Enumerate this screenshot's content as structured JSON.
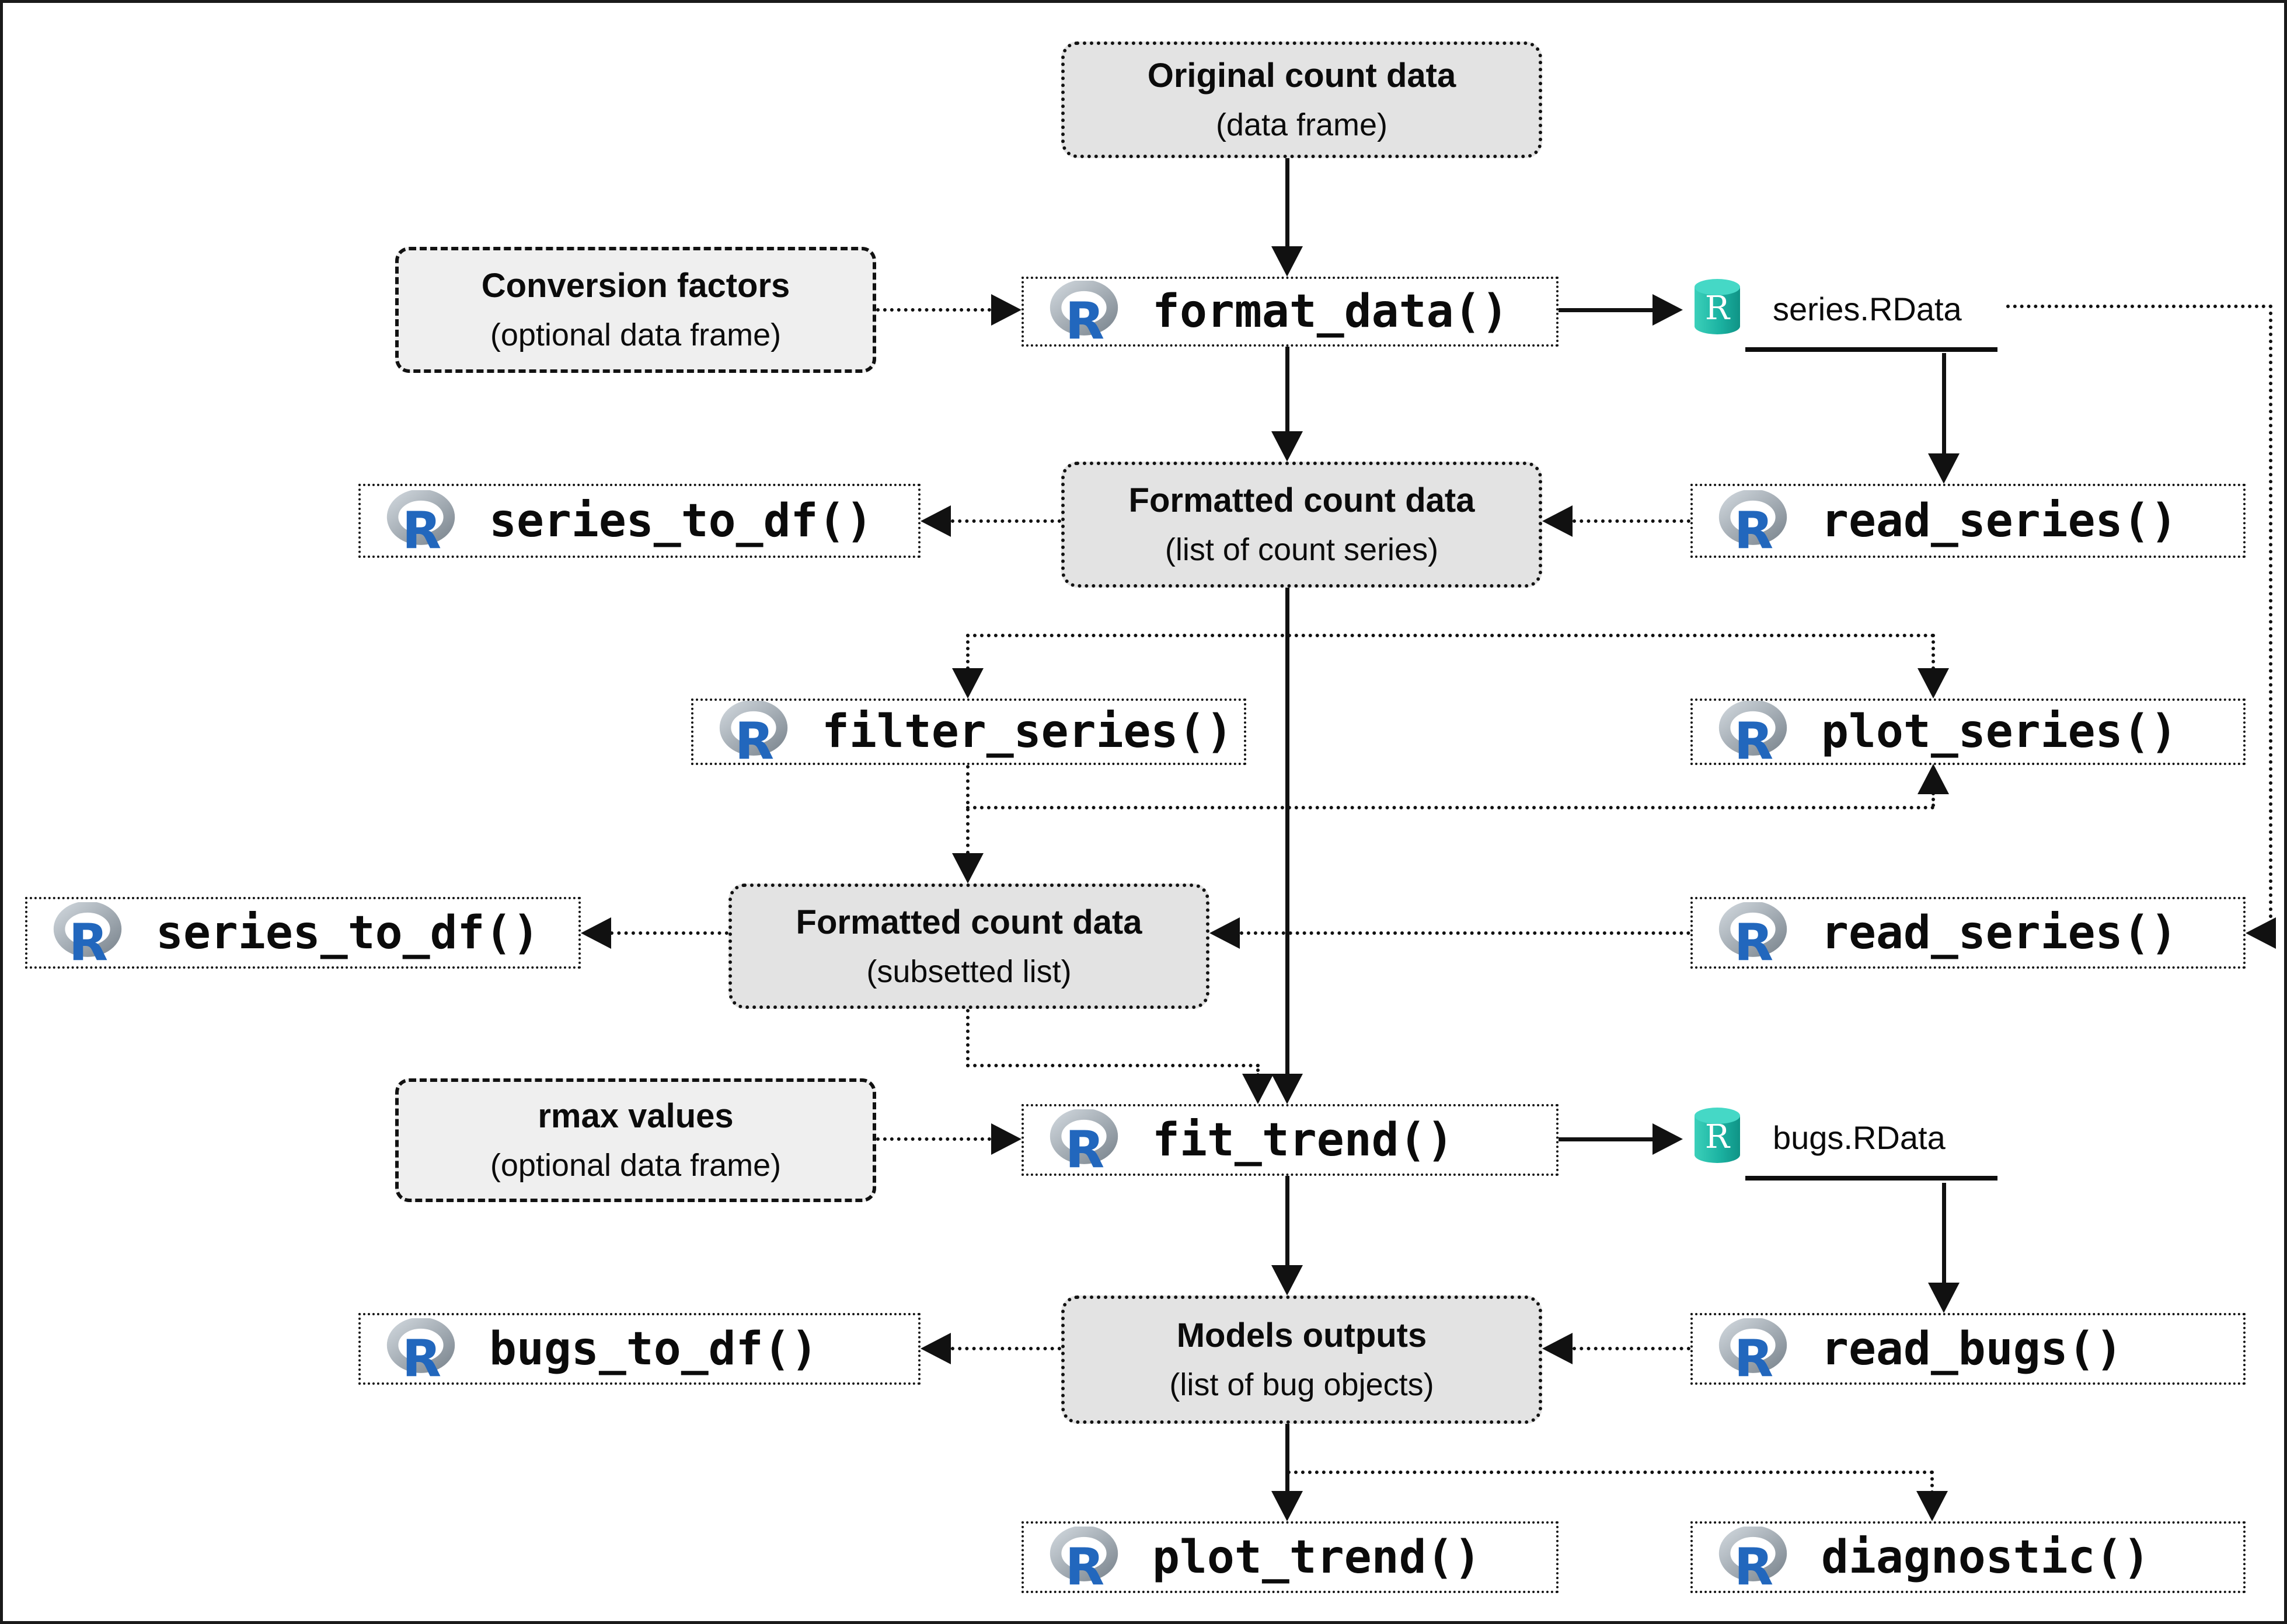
{
  "nodes": {
    "original": {
      "title": "Original count data",
      "subtitle": "(data frame)"
    },
    "conversion": {
      "title": "Conversion factors",
      "subtitle": "(optional data frame)"
    },
    "format_data": {
      "label": "format_data()"
    },
    "series_rdata": {
      "label": "series.RData"
    },
    "formatted": {
      "title": "Formatted count data",
      "subtitle": "(list of count series)"
    },
    "series_to_df_1": {
      "label": "series_to_df()"
    },
    "read_series_1": {
      "label": "read_series()"
    },
    "filter_series": {
      "label": "filter_series()"
    },
    "plot_series": {
      "label": "plot_series()"
    },
    "subsetted": {
      "title": "Formatted count data",
      "subtitle": "(subsetted list)"
    },
    "series_to_df_2": {
      "label": "series_to_df()"
    },
    "read_series_2": {
      "label": "read_series()"
    },
    "rmax": {
      "title": "rmax values",
      "subtitle": "(optional data frame)"
    },
    "fit_trend": {
      "label": "fit_trend()"
    },
    "bugs_rdata": {
      "label": "bugs.RData"
    },
    "models": {
      "title": "Models outputs",
      "subtitle": "(list of bug objects)"
    },
    "bugs_to_df": {
      "label": "bugs_to_df()"
    },
    "read_bugs": {
      "label": "read_bugs()"
    },
    "plot_trend": {
      "label": "plot_trend()"
    },
    "diagnostic": {
      "label": "diagnostic()"
    }
  },
  "icons": {
    "function_icon": "r-logo",
    "storage_icon": "rdata-cylinder",
    "r_logo_letter": "R",
    "rdata_letter": "R"
  },
  "colors": {
    "data_box_fill": "#e3e3e3",
    "input_box_fill": "#efefef",
    "function_box_fill": "#ffffff",
    "line": "#111111",
    "r_blue": "#2267bd",
    "r_ring_gray": "#9aa4ad",
    "rdata_teal_light": "#3ecfbd",
    "rdata_teal_dark": "#0f9386"
  }
}
